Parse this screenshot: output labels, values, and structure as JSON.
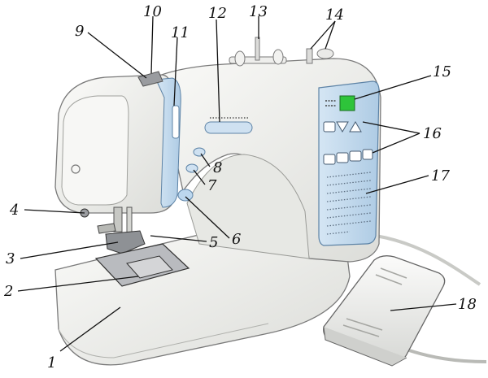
{
  "diagram": {
    "labels": [
      "1",
      "2",
      "3",
      "4",
      "5",
      "6",
      "7",
      "8",
      "9",
      "10",
      "11",
      "12",
      "13",
      "14",
      "15",
      "16",
      "17",
      "18"
    ]
  },
  "colors": {
    "body": "#f1f1ee",
    "body_shadow": "#d9dad6",
    "outline": "#7a7a7a",
    "accent_blue": "#bcd7ee",
    "accent_blue_dark": "#7fa8cc",
    "lcd_green": "#2ec43a",
    "metal": "#8e9195",
    "leader": "#111111"
  }
}
